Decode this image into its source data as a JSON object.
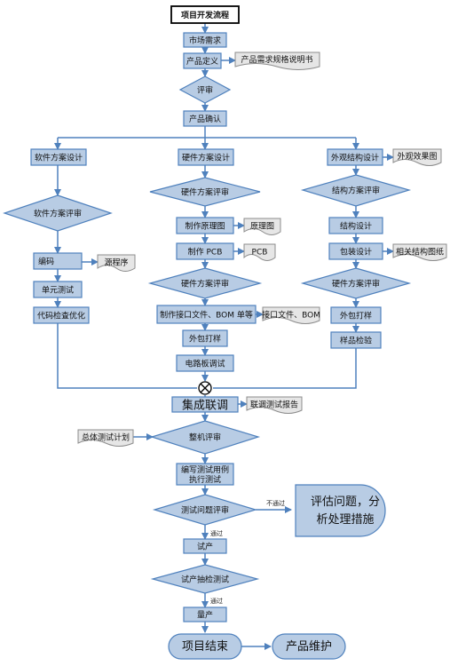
{
  "title": "项目开发流程",
  "nodes": {
    "market": "市场需求",
    "product_def": "产品定义",
    "prd_doc": "产品需求规格说明书",
    "review": "评审",
    "product_confirm": "产品确认",
    "sw_design": "软件方案设计",
    "hw_design": "硬件方案设计",
    "mech_design": "外观结构设计",
    "appearance_img": "外观效果图",
    "sw_review": "软件方案评审",
    "hw_review": "硬件方案评审",
    "struct_review": "结构方案评审",
    "schematic": "制作原理图",
    "schematic_doc": "原理图",
    "struct_design": "结构设计",
    "coding": "编码",
    "source_code": "源程序",
    "make_pcb": "制作 PCB",
    "pcb_doc": "PCB",
    "package_design": "包装设计",
    "struct_drawings": "相关结构图纸",
    "unit_test": "单元测试",
    "hw_review2": "硬件方案评审",
    "hw_review3": "硬件方案评审",
    "code_check": "代码检查优化",
    "interface_files": "制作接口文件、BOM 单等",
    "interface_doc": "接口文件、BOM",
    "outsource_sample": "外包打样",
    "outsource_sample2": "外包打样",
    "board_debug": "电路板调试",
    "sample_inspect": "样品检验",
    "integration": "集成联调",
    "integration_report": "联调测试报告",
    "test_plan": "总体测试计划",
    "system_review": "整机评审",
    "write_tests": "编写测试用例",
    "execute_tests": "执行测试",
    "test_issue_review": "测试问题评审",
    "evaluate_line1": "评估问题，分",
    "evaluate_line2": "析处理措施",
    "trial_production": "试产",
    "trial_inspect": "试产抽检测试",
    "mass_production": "量产",
    "project_end": "项目结束",
    "product_maintain": "产品维护"
  },
  "labels": {
    "fail": "不通过",
    "pass1": "通过",
    "pass2": "通过"
  },
  "colors": {
    "fill": "#b8cce4",
    "stroke": "#4f81bd",
    "arrow": "#4f81bd",
    "doc_fill": "#e6e6e6"
  }
}
